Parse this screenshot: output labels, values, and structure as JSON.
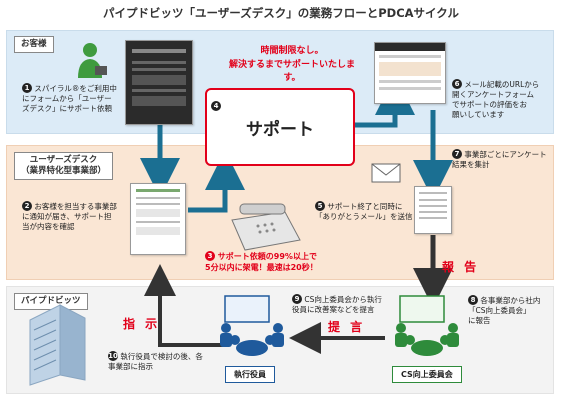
{
  "title": "パイプドビッツ「ユーザーズデスク」の業務フローとPDCAサイクル",
  "customer": {
    "tag": "お客様"
  },
  "desk": {
    "tag_line1": "ユーザーズデスク",
    "tag_line2": "（業界特化型事業部）"
  },
  "pipedbits": {
    "tag": "パイプドビッツ"
  },
  "support": {
    "label": "サポート",
    "note_line1": "時間制限なし。",
    "note_line2": "解決するまでサポートいたします。"
  },
  "steps": {
    "s1": [
      "スパイラル®をご利用中",
      "にフォームから「ユーザー",
      "ズデスク」にサポート依頼"
    ],
    "s2": [
      "お客様を担当する事業部",
      "に通知が届き、サポート担",
      "当が内容を確認"
    ],
    "s3": [
      "サポート依頼の99%以上で",
      "5分以内に架電！最速は20秒！"
    ],
    "s4": "4",
    "s5": [
      "サポート終了と同時に",
      "「ありがとうメール」を送信"
    ],
    "s6": [
      "メール記載のURLから",
      "開くアンケートフォーム",
      "でサポートの評価をお",
      "願いしています"
    ],
    "s7": [
      "事業部ごとにアンケート",
      "結果を集計"
    ],
    "s8": [
      "各事業部から社内",
      "「CS向上委員会」",
      "に報告"
    ],
    "s9": [
      "CS向上委員会から執行",
      "役員に改善案などを提言"
    ],
    "s10": [
      "執行役員で検討の後、各",
      "事業部に指示"
    ]
  },
  "labels": {
    "report": "報 告",
    "proposal": "提 言",
    "instruction": "指 示"
  },
  "people": {
    "executives": "執行役員",
    "cs_committee": "CS向上委員会"
  },
  "colors": {
    "blue": "#1f5a9c",
    "green": "#2e8b3b",
    "red": "#e2001a",
    "arrow_teal": "#1b6f92"
  }
}
